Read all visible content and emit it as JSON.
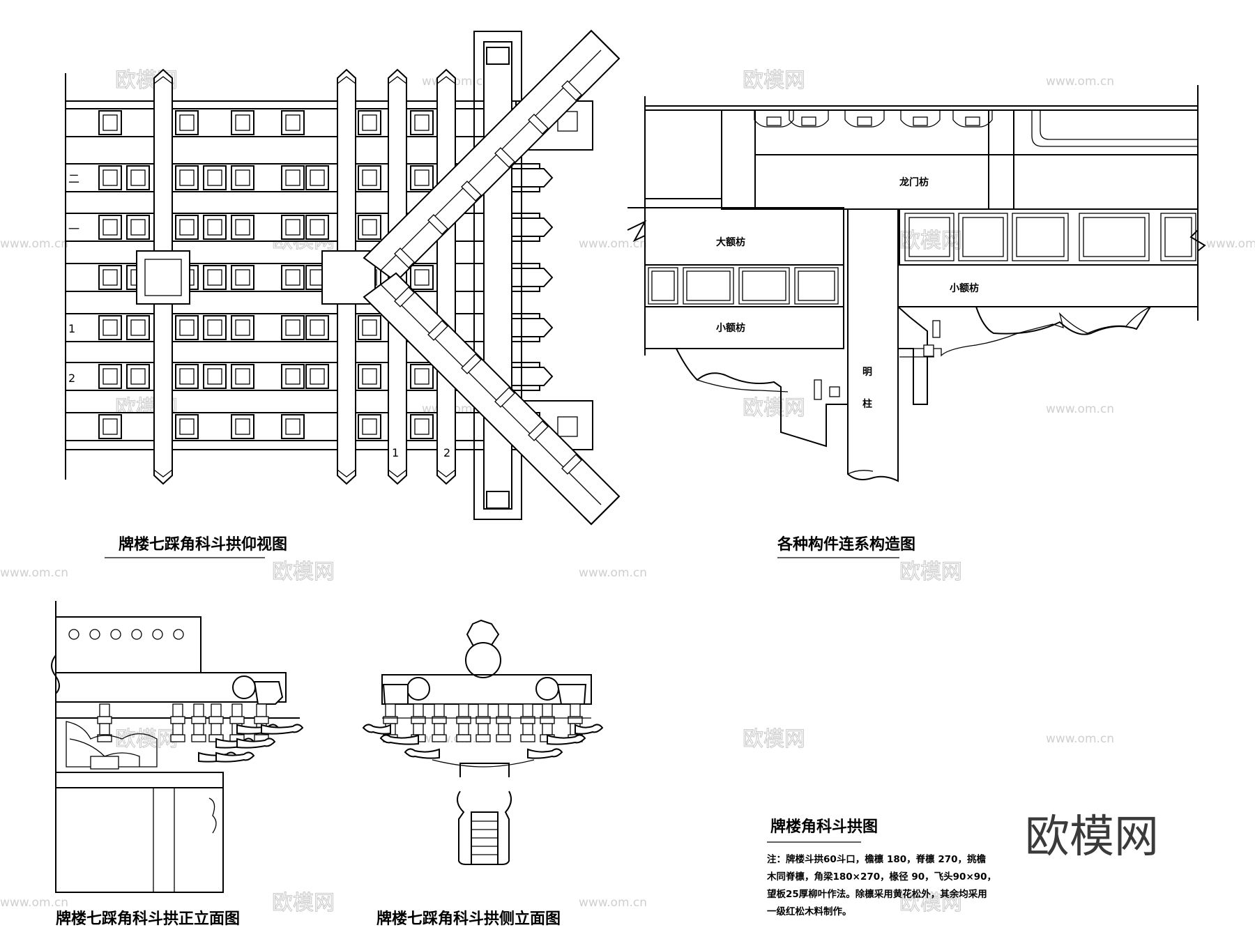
{
  "drawing_titles": {
    "bottom_view": "牌楼七踩角科斗拱仰视图",
    "connection": "各种构件连系构造图",
    "front_elevation": "牌楼七踩角科斗拱正立面图",
    "side_elevation": "牌楼七踩角科斗拱侧立面图",
    "main": "牌楼角科斗拱图"
  },
  "bottom_view_marks": {
    "row_a": "二",
    "row_b": "一",
    "row_1": "1",
    "row_2": "2",
    "col_1": "1",
    "col_2": "2"
  },
  "connection_labels": {
    "longmen": "龙门枋",
    "big_e": "大额枋",
    "small_e_left": "小额枋",
    "small_e_right": "小额枋",
    "column_1": "明",
    "column_2": "柱"
  },
  "notes": [
    "注：牌楼斗拱60斗口，檐檩  180，脊檩  270，挑檐",
    "木同脊檩，角梁180×270，椽径  90，飞头90×90，",
    "望板25厚柳叶作法。除檩采用黄花松外，其余均采用",
    "一级红松木料制作。"
  ],
  "watermark": {
    "brand": "欧模网",
    "site": "www.om.cn"
  }
}
